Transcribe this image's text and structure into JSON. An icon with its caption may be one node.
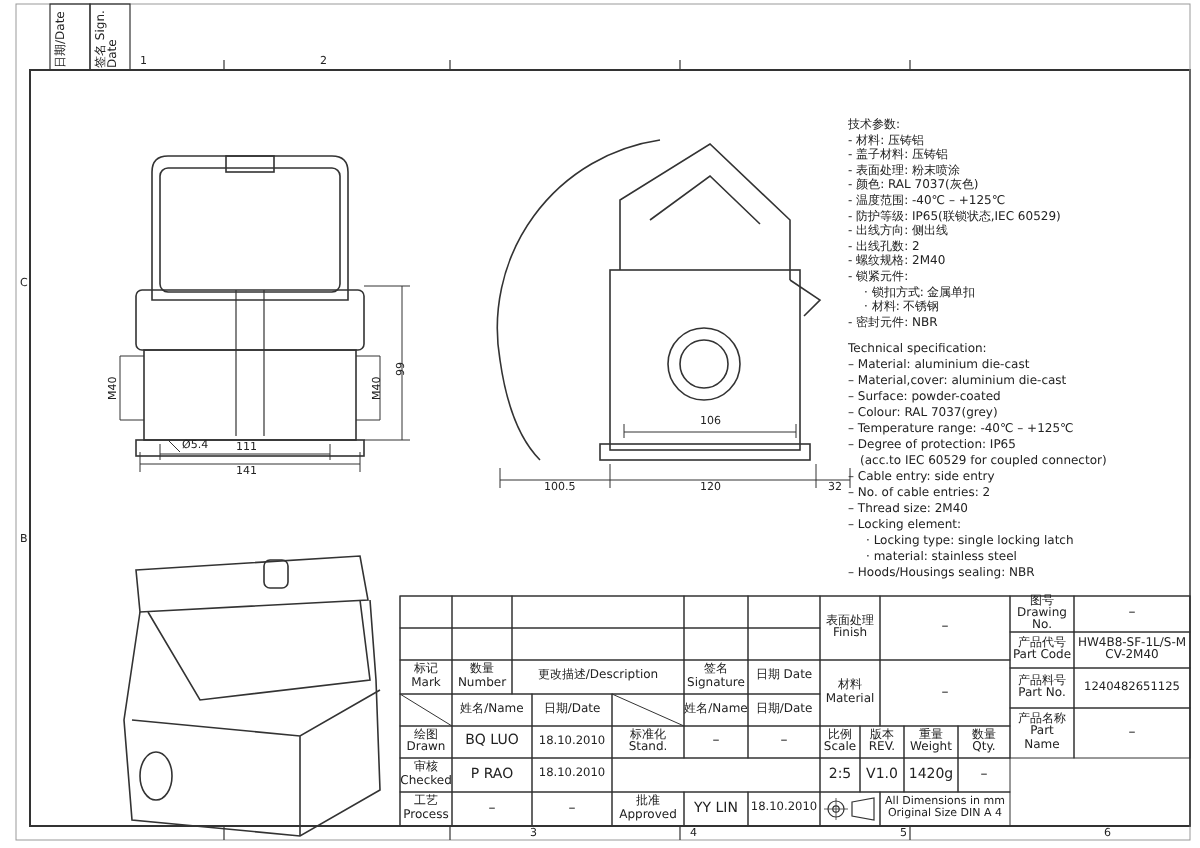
{
  "diagram": {
    "labels": [
      "日期/Date",
      "签名 Sign. Date",
      "1",
      "2",
      "3",
      "4",
      "5",
      "6",
      "C",
      "B",
      "Ø5.4",
      "111",
      "141",
      "M40",
      "M40",
      "99",
      "100.5",
      "106",
      "120",
      "32",
      "技术参数:",
      "- 材料: 压铸铝",
      "- 盖子材料: 压铸铝",
      "- 表面处理: 粉末喷涂",
      "- 颜色: RAL 7037(灰色)",
      "- 温度范围: -40℃ – +125℃",
      "- 防护等级: IP65(联锁状态,IEC 60529)",
      "- 出线方向: 侧出线",
      "- 出线孔数: 2",
      "- 螺纹规格: 2M40",
      "- 锁紧元件:",
      "· 锁扣方式: 金属单扣",
      "· 材料: 不锈钢",
      "- 密封元件: NBR",
      "Technical specification:",
      "– Material: aluminium die-cast",
      "– Material,cover: aluminium die-cast",
      "– Surface: powder-coated",
      "– Colour: RAL 7037(grey)",
      "– Temperature range: -40℃ – +125℃",
      "– Degree of protection: IP65",
      "(acc.to IEC 60529 for coupled connector)",
      "– Cable entry: side entry",
      "– No. of cable entries: 2",
      "– Thread size: 2M40",
      "– Locking element:",
      "· Locking type: single locking latch",
      "· material: stainless steel",
      "– Hoods/Housings sealing: NBR",
      "标记 Mark",
      "数量 Number",
      "更改描述/Description",
      "签名 Signature",
      "日期 Date",
      "姓名/Name",
      "日期/Date",
      "姓名/Name",
      "日期/Date",
      "绘图 Drawn",
      "BQ LUO",
      "18.10.2010",
      "标准化 Stand.",
      "–",
      "–",
      "审核 Checked",
      "P RAO",
      "18.10.2010",
      "工艺 Process",
      "–",
      "–",
      "批准 Approved",
      "YY LIN",
      "18.10.2010",
      "表面处理 Finish",
      "–",
      "材料 Material",
      "–",
      "比例 Scale",
      "版本 REV.",
      "重量 Weight",
      "数量 Qty.",
      "2:5",
      "V1.0",
      "1420g",
      "–",
      "All Dimensions in mm Original Size DIN A 4",
      "图号 Drawing No.",
      "–",
      "产品代号 Part Code",
      "HW4B8-SF-1L/S-MCV-2M40",
      "产品料号 Part No.",
      "1240482651125",
      "产品名称 Part Name",
      "–"
    ]
  }
}
